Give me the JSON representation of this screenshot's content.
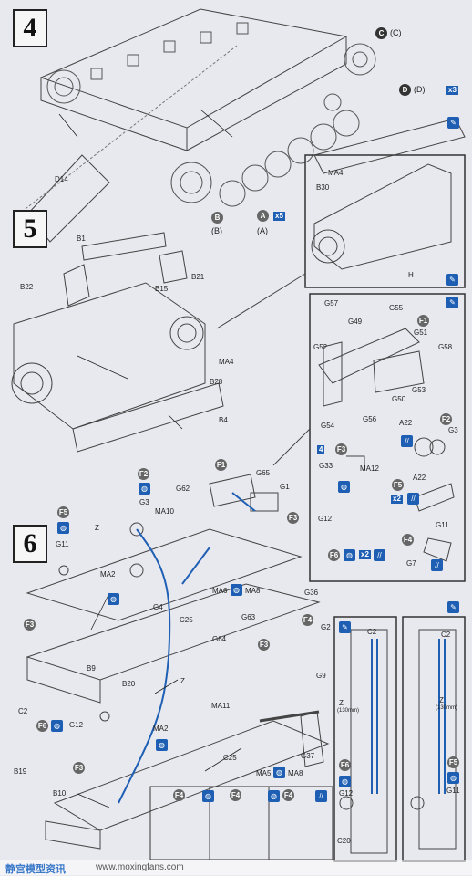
{
  "steps": {
    "s4": "4",
    "s5": "5",
    "s6": "6"
  },
  "step4": {
    "labels": {
      "d14": "D14",
      "ma4": "MA4",
      "b30": "B30",
      "h": "H"
    },
    "callout_c": "C",
    "callout_c_paren": "(C)",
    "callout_d": "D",
    "callout_d_paren": "(D)",
    "callout_d_mult": "x3",
    "callout_a": "A",
    "callout_a_paren": "(A)",
    "callout_a_mult": "x5",
    "callout_b": "B",
    "callout_b_paren": "(B)"
  },
  "step5": {
    "labels": {
      "b1": "B1",
      "b21": "B21",
      "b22": "B22",
      "b15": "B15",
      "ma4": "MA4",
      "b28": "B28",
      "b4": "B4"
    }
  },
  "inset_g": {
    "labels": {
      "g57": "G57",
      "g55": "G55",
      "g49": "G49",
      "f1": "F1",
      "g51": "G51",
      "g52": "G52",
      "g58": "G58",
      "g53": "G53",
      "g50": "G50",
      "g54": "G54",
      "g56": "G56",
      "a22": "A22",
      "f2": "F2",
      "g3": "G3",
      "x4": "4",
      "f3": "F3",
      "g33": "G33",
      "ma12": "MA12",
      "f5": "F5",
      "x2": "x2",
      "a22b": "A22",
      "g12": "G12",
      "g11": "G11",
      "f6": "F6",
      "x2b": "x2",
      "f4": "F4",
      "g7": "G7"
    }
  },
  "step6": {
    "labels": {
      "f1": "F1",
      "g62": "G62",
      "g65": "G65",
      "g1": "G1",
      "f2": "F2",
      "g3": "G3",
      "f5": "F5",
      "ma10": "MA10",
      "f3": "F3",
      "z": "Z",
      "g11": "G11",
      "ma2": "MA2",
      "ma6": "MA6",
      "ma8": "MA8",
      "g36": "G36",
      "g4": "G4",
      "c25": "C25",
      "g63": "G63",
      "f3b": "F3",
      "g64": "G64",
      "f4": "F4",
      "g2": "G2",
      "g9": "G9",
      "b9": "B9",
      "b20": "B20",
      "c2": "C2",
      "z2": "Z",
      "ma11": "MA11",
      "f6": "F6",
      "g12": "G12",
      "ma2b": "MA2",
      "c25b": "C25",
      "g37": "G37",
      "ma5": "MA5",
      "ma8b": "MA8",
      "f3c": "F3",
      "b19": "B19",
      "b10": "B10",
      "f4a": "F4",
      "f4b": "F4",
      "f4c": "F4"
    }
  },
  "inset_z1": {
    "c2": "C2",
    "z": "Z",
    "mm": "(130mm)",
    "f6": "F6",
    "g12": "G12",
    "c20": "C20"
  },
  "inset_z2": {
    "c2": "C2",
    "z": "Z",
    "mm": "(130mm)",
    "f5": "F5",
    "g11": "G11"
  },
  "watermark": {
    "cn": "静宫模型资讯",
    "url": "www.moxingfans.com"
  }
}
